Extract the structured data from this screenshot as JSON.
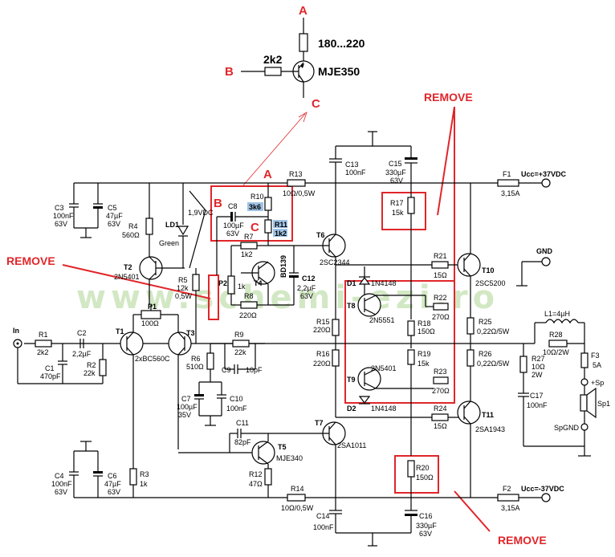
{
  "inset": {
    "top_value": "180...220",
    "base_res": "2k2",
    "transistor": "MJE350",
    "point_a": "A",
    "point_b": "B",
    "point_c": "C"
  },
  "notes": {
    "remove": "REMOVE"
  },
  "watermark": "www.schemi-ezi.ro",
  "rails": {
    "pos": "Ucc=+37VDC",
    "neg": "Ucc=-37VDC",
    "gnd": "GND",
    "in": "In"
  },
  "labels": {
    "vdc": "1,9VDC",
    "ld1": "LD1",
    "ld1_color": "Green",
    "point_a": "A",
    "point_b": "B",
    "point_c": "C"
  },
  "components": {
    "R1": [
      "R1",
      "2k2"
    ],
    "C1": [
      "C1",
      "470pF"
    ],
    "C2": [
      "C2",
      "2,2µF"
    ],
    "R2": [
      "R2",
      "22k"
    ],
    "C3": [
      "C3",
      "100nF",
      "63V"
    ],
    "C5": [
      "C5",
      "47µF",
      "63V"
    ],
    "C4": [
      "C4",
      "100nF",
      "63V"
    ],
    "C6": [
      "C6",
      "47µF",
      "63V"
    ],
    "R3": [
      "R3",
      "1k"
    ],
    "R4": [
      "R4",
      "560Ω"
    ],
    "T1": [
      "T1"
    ],
    "T3": [
      "T3",
      "2xBC560C"
    ],
    "T2": [
      "T2",
      "2N5401"
    ],
    "P1": [
      "P1",
      "100Ω"
    ],
    "R5": [
      "R5",
      "12k",
      "0,5W"
    ],
    "R6": [
      "R6",
      "510Ω"
    ],
    "C7": [
      "C7",
      "100µF",
      "35V"
    ],
    "C10": [
      "C10",
      "100nF"
    ],
    "R9": [
      "R9",
      "22k"
    ],
    "C9": [
      "C9",
      "10pF"
    ],
    "C8": [
      "C8",
      "100µF",
      "63V"
    ],
    "R10": [
      "R10",
      "3k6"
    ],
    "R11": [
      "R11",
      "1k2"
    ],
    "R7": [
      "R7",
      "1k2"
    ],
    "P2": [
      "P2",
      "1k"
    ],
    "R8": [
      "R8",
      "220Ω"
    ],
    "T4": [
      "T4",
      "BD139"
    ],
    "C12": [
      "C12",
      "2,2µF",
      "63V"
    ],
    "R13": [
      "R13",
      "10Ω/0,5W"
    ],
    "C13": [
      "C13",
      "100nF"
    ],
    "C15": [
      "C15",
      "330µF",
      "63V"
    ],
    "T6": [
      "T6",
      "2SC2344"
    ],
    "R17": [
      "R17",
      "15k"
    ],
    "D1": [
      "D1",
      "1N4148"
    ],
    "T8": [
      "T8",
      "2N5551"
    ],
    "R15": [
      "R15",
      "220Ω"
    ],
    "R16": [
      "R16",
      "220Ω"
    ],
    "R18": [
      "R18",
      "150Ω"
    ],
    "R19": [
      "R19",
      "15k"
    ],
    "R22": [
      "R22",
      "270Ω"
    ],
    "R23": [
      "R23",
      "270Ω"
    ],
    "T9": [
      "T9",
      "2N5401"
    ],
    "D2": [
      "D2",
      "1N4148"
    ],
    "R21": [
      "R21",
      "15Ω"
    ],
    "R24": [
      "R24",
      "15Ω"
    ],
    "T10": [
      "T10",
      "2SC5200"
    ],
    "T11": [
      "T11",
      "2SA1943"
    ],
    "R25": [
      "R25",
      "0,22Ω/5W"
    ],
    "R26": [
      "R26",
      "0,22Ω/5W"
    ],
    "F1": [
      "F1",
      "3,15A"
    ],
    "F2": [
      "F2",
      "3,15A"
    ],
    "F3": [
      "F3",
      "5A"
    ],
    "L1": [
      "L1=4µH"
    ],
    "R28": [
      "R28",
      "10Ω/2W"
    ],
    "R27": [
      "R27",
      "10Ω",
      "2W"
    ],
    "C17": [
      "C17",
      "100nF"
    ],
    "Sp1": [
      "Sp1"
    ],
    "sp_plus": [
      "+Sp"
    ],
    "sp_gnd": [
      "SpGND"
    ],
    "T7": [
      "T7",
      "2SA1011"
    ],
    "C11": [
      "C11",
      "82pF"
    ],
    "T5": [
      "T5",
      "MJE340"
    ],
    "R12": [
      "R12",
      "47Ω"
    ],
    "R14": [
      "R14",
      "10Ω/0,5W"
    ],
    "C14": [
      "C14",
      "100nF"
    ],
    "C16": [
      "C16",
      "330µF",
      "63V"
    ],
    "R20": [
      "R20",
      "150Ω"
    ]
  }
}
